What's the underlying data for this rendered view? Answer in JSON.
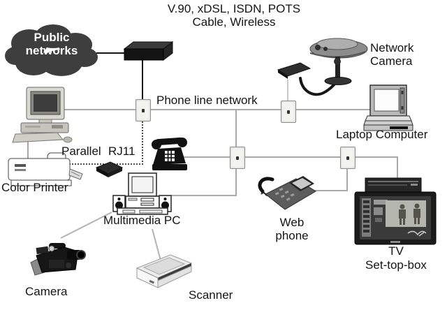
{
  "header": {
    "line1": "V.90, xDSL, ISDN, POTS",
    "line2": "Cable, Wireless"
  },
  "cloud": {
    "line1": "Public",
    "line2": "networks"
  },
  "labels": {
    "phone_line_network": "Phone line network",
    "parallel": "Parallel",
    "rj11": "RJ11",
    "color_printer": "Color Printer",
    "multimedia_pc": "Multimedia PC",
    "laptop_computer": "Laptop Computer",
    "network_camera_line1": "Network",
    "network_camera_line2": "Camera",
    "web_phone_line1": "Web",
    "web_phone_line2": "phone",
    "tv_line1": "TV",
    "tv_line2": "Set-top-box",
    "camera": "Camera",
    "scanner": "Scanner"
  },
  "colors": {
    "wire": "#a9a9a9",
    "dark_wire": "#161616",
    "cloud_fill": "#3e3e3e",
    "text": "#141414",
    "background": "#ffffff"
  }
}
